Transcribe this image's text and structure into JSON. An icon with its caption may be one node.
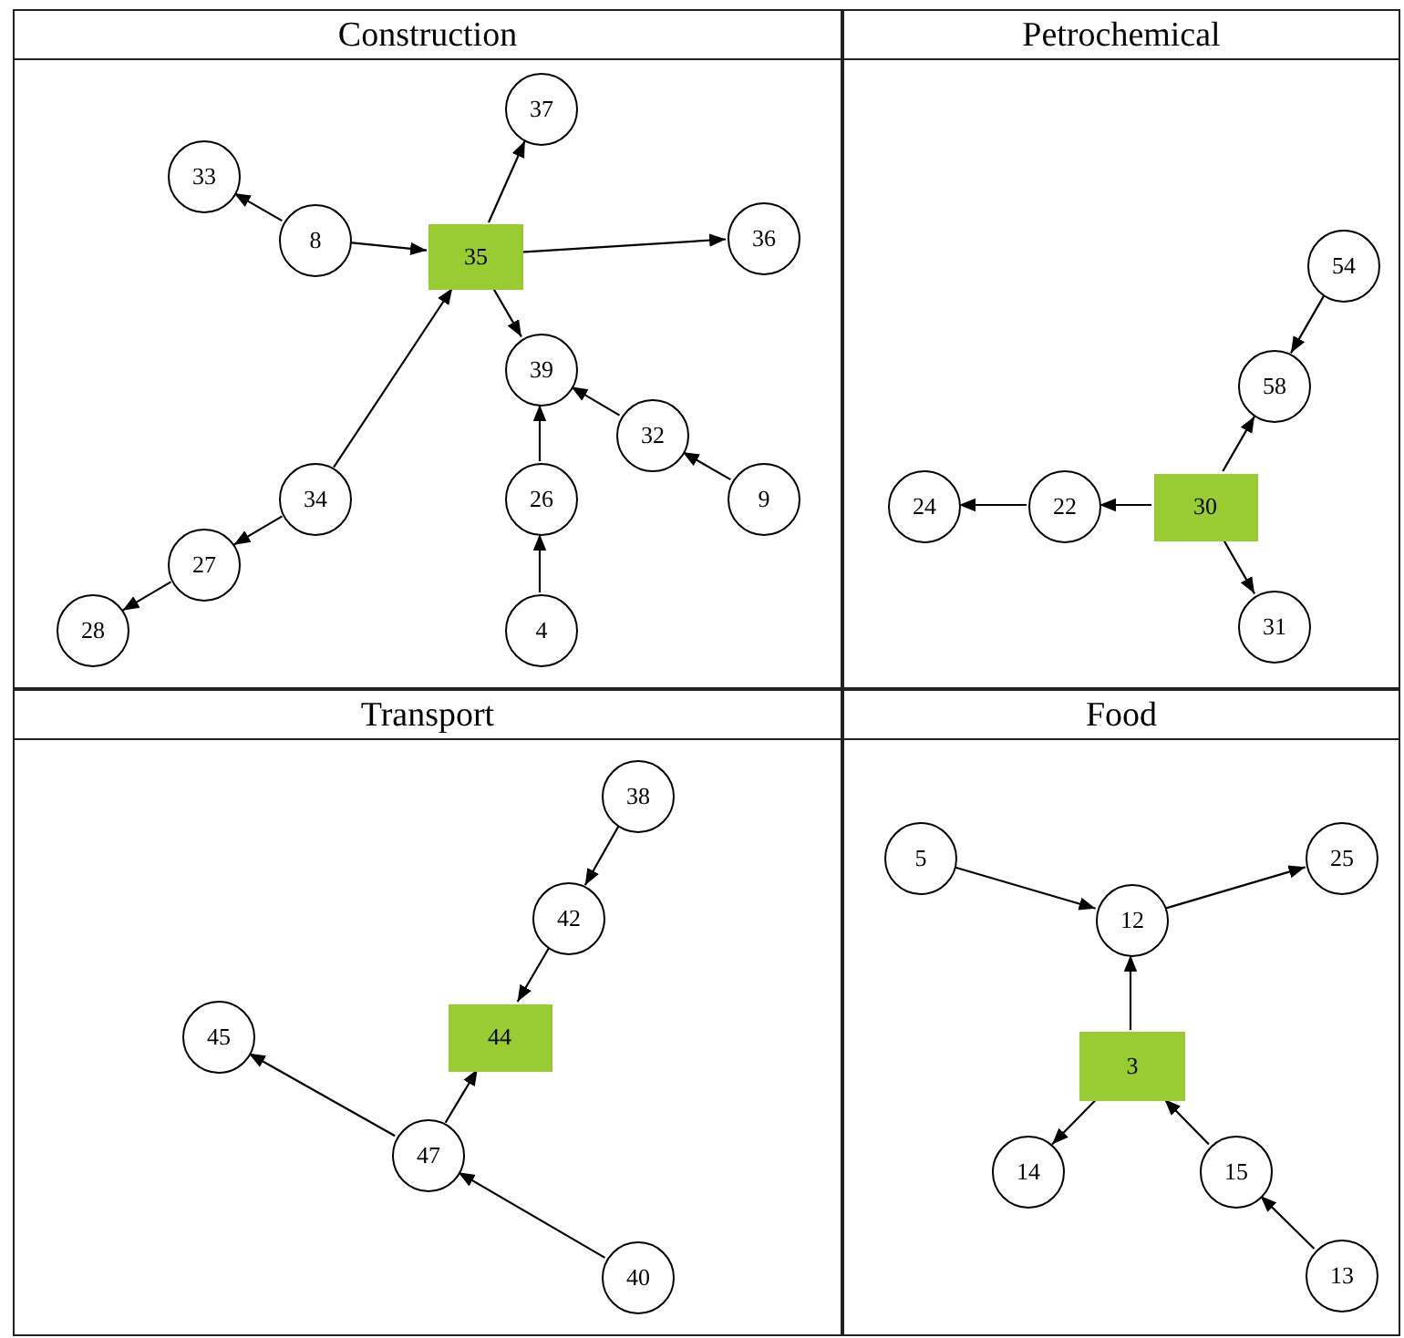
{
  "diagram": {
    "nodes": [
      {
        "text": [
          "Construction"
        ]
      },
      {
        "text": [
          "37"
        ],
        "in": 0
      },
      {
        "text": [
          "33"
        ],
        "in": 0
      },
      {
        "text": [
          "8"
        ],
        "in": 0
      },
      {
        "text": [
          "35"
        ],
        "in": 0
      },
      {
        "text": [
          "36"
        ],
        "in": 0
      },
      {
        "text": [
          "39"
        ],
        "in": 0
      },
      {
        "text": [
          "32"
        ],
        "in": 0
      },
      {
        "text": [
          "34"
        ],
        "in": 0
      },
      {
        "text": [
          "26"
        ],
        "in": 0
      },
      {
        "text": [
          "9"
        ],
        "in": 0
      },
      {
        "text": [
          "27"
        ],
        "in": 0
      },
      {
        "text": [
          "28"
        ],
        "in": 0
      },
      {
        "text": [
          "4"
        ],
        "in": 0
      },
      {
        "text": [
          "Petrochemical"
        ]
      },
      {
        "text": [
          "54"
        ],
        "in": 14
      },
      {
        "text": [
          "58"
        ],
        "in": 14
      },
      {
        "text": [
          "24"
        ],
        "in": 14
      },
      {
        "text": [
          "22"
        ],
        "in": 14
      },
      {
        "text": [
          "30"
        ],
        "in": 14
      },
      {
        "text": [
          "31"
        ],
        "in": 14
      },
      {
        "text": [
          "Transport"
        ]
      },
      {
        "text": [
          "38"
        ],
        "in": 21
      },
      {
        "text": [
          "42"
        ],
        "in": 21
      },
      {
        "text": [
          "45"
        ],
        "in": 21
      },
      {
        "text": [
          "44"
        ],
        "in": 21
      },
      {
        "text": [
          "47"
        ],
        "in": 21
      },
      {
        "text": [
          "40"
        ],
        "in": 21
      },
      {
        "text": [
          "Food"
        ]
      },
      {
        "text": [
          "5"
        ],
        "in": 28
      },
      {
        "text": [
          "25"
        ],
        "in": 28
      },
      {
        "text": [
          "12"
        ],
        "in": 28
      },
      {
        "text": [
          "3"
        ],
        "in": 28
      },
      {
        "text": [
          "14"
        ],
        "in": 28
      },
      {
        "text": [
          "15"
        ],
        "in": 28
      },
      {
        "text": [
          "13"
        ],
        "in": 28
      }
    ],
    "edges": [
      {
        "from": 3,
        "to": 2,
        "arrow": "to"
      },
      {
        "from": 3,
        "to": 4,
        "arrow": "to"
      },
      {
        "from": 4,
        "to": 1,
        "arrow": "to"
      },
      {
        "from": 4,
        "to": 5,
        "arrow": "to"
      },
      {
        "from": 4,
        "to": 6,
        "arrow": "to"
      },
      {
        "from": 7,
        "to": 6,
        "arrow": "to"
      },
      {
        "from": 10,
        "to": 7,
        "arrow": "to"
      },
      {
        "from": 8,
        "to": 4,
        "arrow": "to"
      },
      {
        "from": 9,
        "to": 6,
        "arrow": "to"
      },
      {
        "from": 13,
        "to": 9,
        "arrow": "to"
      },
      {
        "from": 8,
        "to": 11,
        "arrow": "to"
      },
      {
        "from": 11,
        "to": 12,
        "arrow": "to"
      },
      {
        "from": 15,
        "to": 16,
        "arrow": "to"
      },
      {
        "from": 19,
        "to": 16,
        "arrow": "to"
      },
      {
        "from": 19,
        "to": 18,
        "arrow": "to"
      },
      {
        "from": 18,
        "to": 17,
        "arrow": "to"
      },
      {
        "from": 19,
        "to": 20,
        "arrow": "to"
      },
      {
        "from": 22,
        "to": 23,
        "arrow": "to"
      },
      {
        "from": 23,
        "to": 25,
        "arrow": "to"
      },
      {
        "from": 26,
        "to": 25,
        "arrow": "to"
      },
      {
        "from": 26,
        "to": 24,
        "arrow": "to"
      },
      {
        "from": 27,
        "to": 26,
        "arrow": "to"
      },
      {
        "from": 29,
        "to": 31,
        "arrow": "to"
      },
      {
        "from": 31,
        "to": 30,
        "arrow": "to"
      },
      {
        "from": 32,
        "to": 31,
        "arrow": "to"
      },
      {
        "from": 32,
        "to": 33,
        "arrow": "to"
      },
      {
        "from": 34,
        "to": 32,
        "arrow": "to"
      },
      {
        "from": 35,
        "to": 34,
        "arrow": "to"
      }
    ]
  }
}
